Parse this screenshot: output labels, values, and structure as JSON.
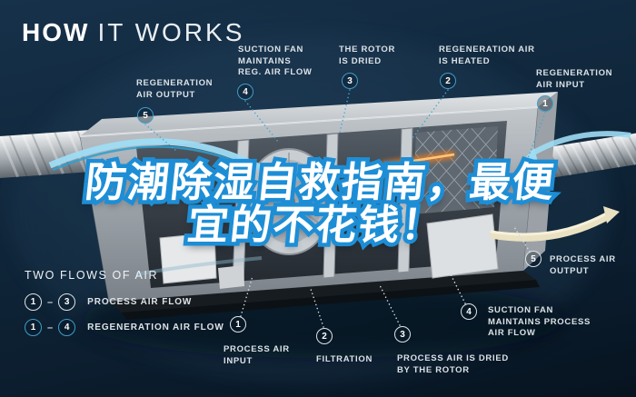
{
  "title": {
    "bold": "HOW",
    "light": "IT WORKS"
  },
  "overlay_headline": {
    "line1": "防潮除湿自救指南，最便",
    "line2": "宜的不花钱！",
    "fill_color": "#ffffff",
    "outline_color": "#1d8ed6"
  },
  "callouts": {
    "regen": [
      {
        "num": "5",
        "label": "REGENERATION\nAIR OUTPUT"
      },
      {
        "num": "4",
        "label": "SUCTION FAN\nMAINTAINS\nREG. AIR FLOW"
      },
      {
        "num": "3",
        "label": "THE ROTOR\nIS DRIED"
      },
      {
        "num": "2",
        "label": "REGENERATION AIR\nIS HEATED"
      },
      {
        "num": "1",
        "label": "REGENERATION\nAIR INPUT"
      }
    ],
    "process": [
      {
        "num": "1",
        "label": "PROCESS AIR\nINPUT"
      },
      {
        "num": "2",
        "label": "FILTRATION"
      },
      {
        "num": "3",
        "label": "PROCESS AIR IS DRIED\nBY THE ROTOR"
      },
      {
        "num": "4",
        "label": "SUCTION FAN\nMAINTAINS PROCESS\nAIR FLOW"
      },
      {
        "num": "5",
        "label": "PROCESS AIR\nOUTPUT"
      }
    ]
  },
  "legend": {
    "heading": "TWO FLOWS OF AIR",
    "separator": "–",
    "rows": [
      {
        "from": "1",
        "to": "3",
        "label": "PROCESS AIR FLOW"
      },
      {
        "from": "1",
        "to": "4",
        "label": "REGENERATION AIR FLOW"
      }
    ]
  },
  "colors": {
    "background": "#122a40",
    "regen_accent": "#3f9dc9",
    "process_accent": "#dfe4e7",
    "label_text": "#dbe2e7",
    "flow_blue": "#9fdcf4",
    "heater_orange": "#e07a28",
    "dried_air_cream": "#e9e1c2"
  }
}
